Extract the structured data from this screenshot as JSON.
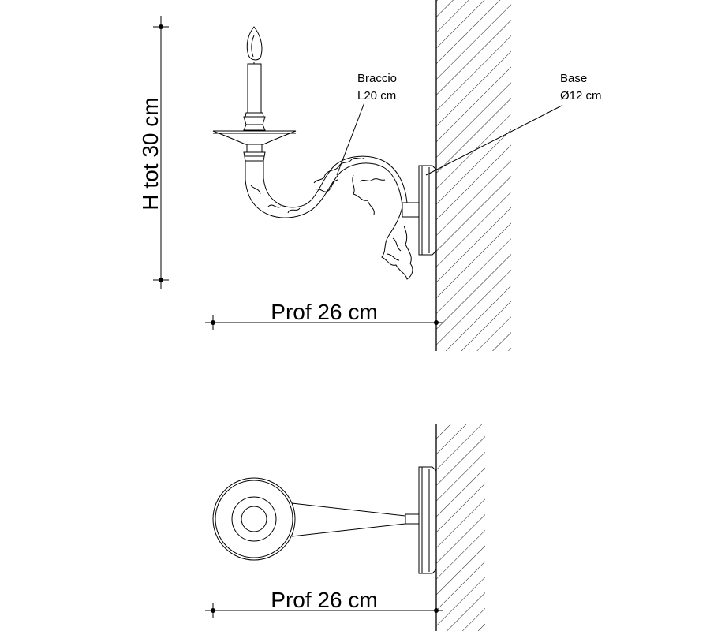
{
  "labels": {
    "height_total": "H tot 30 cm",
    "arm_name": "Braccio",
    "arm_length": "L20 cm",
    "base_name": "Base",
    "base_diameter": "Ø12 cm",
    "depth_side": "Prof 26 cm",
    "depth_top": "Prof 26 cm"
  }
}
